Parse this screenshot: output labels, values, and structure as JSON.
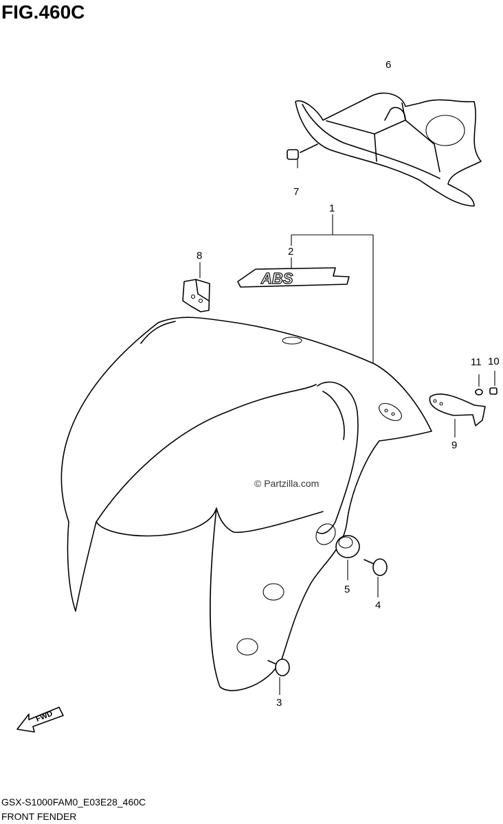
{
  "figure": {
    "title": "FIG.460C",
    "code": "GSX-S1000FAM0_E03E28_460C",
    "name": "FRONT FENDER",
    "watermark": "© Partzilla.com",
    "fwd_label": "FWD"
  },
  "callouts": {
    "c1": "1",
    "c2": "2",
    "c3": "3",
    "c4": "4",
    "c5": "5",
    "c6": "6",
    "c7": "7",
    "c8": "8",
    "c9": "9",
    "c10": "10",
    "c11": "11"
  },
  "decal_text": "ABS"
}
